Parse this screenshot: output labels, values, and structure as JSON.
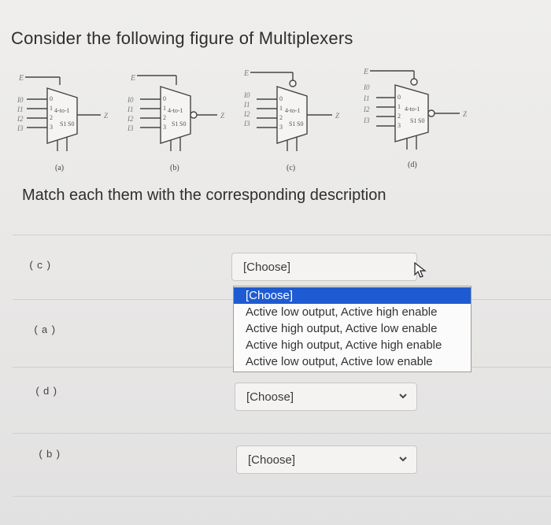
{
  "question": {
    "title": "Consider the following figure of Multiplexers",
    "subtitle": "Match each them with the corresponding description"
  },
  "figure": {
    "mux_label": "4-to-1",
    "enable_label": "E",
    "output_label": "Z",
    "inputs": [
      "I0",
      "I1",
      "I2",
      "I3"
    ],
    "select_labels": [
      "S1",
      "S0"
    ],
    "input_numbers": [
      "0",
      "1",
      "2",
      "3"
    ],
    "captions": [
      "(a)",
      "(b)",
      "(c)",
      "(d)"
    ]
  },
  "rows": [
    {
      "label": "(c)",
      "select_value": "[Choose]"
    },
    {
      "label": "(a)",
      "select_value": ""
    },
    {
      "label": "(d)",
      "select_value": "[Choose]"
    },
    {
      "label": "(b)",
      "select_value": "[Choose]"
    }
  ],
  "dropdown": {
    "options": [
      "[Choose]",
      "Active low output, Active high enable",
      "Active high output, Active low enable",
      "Active high output, Active high enable",
      "Active low output, Active low enable"
    ],
    "selected_index": 0
  },
  "icons": {
    "chevron": "chevron-down-icon",
    "cursor": "mouse-pointer-icon"
  },
  "colors": {
    "highlight": "#1e5bd2",
    "background": "#e9e7e6"
  }
}
